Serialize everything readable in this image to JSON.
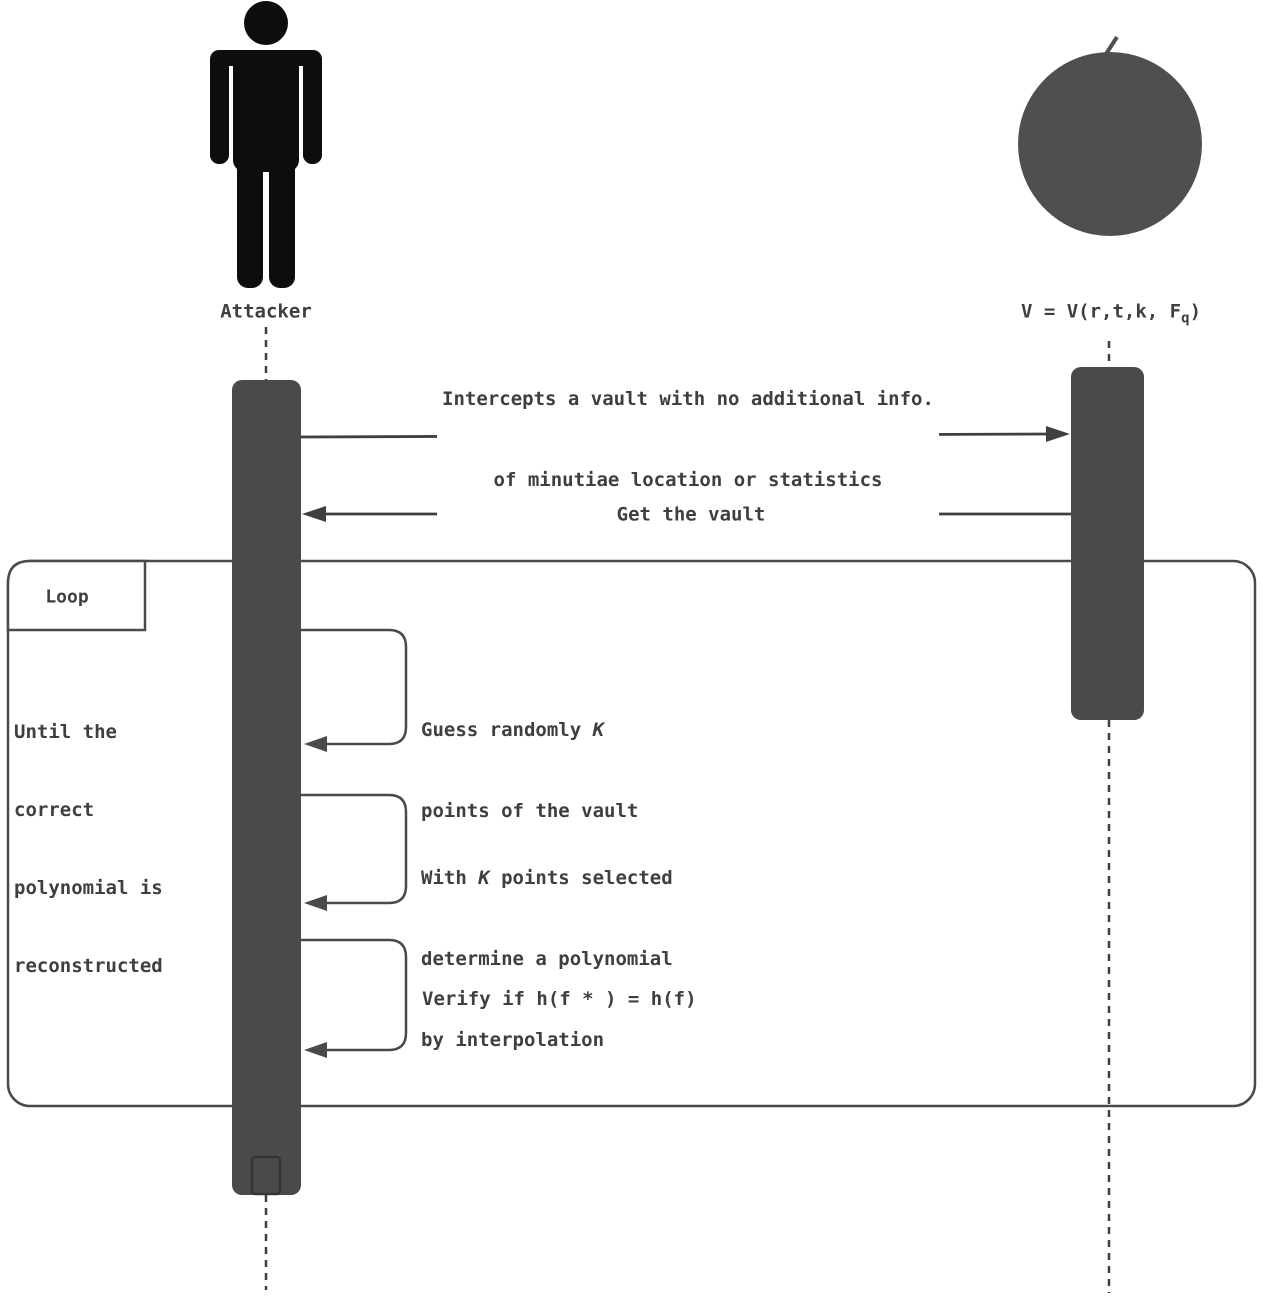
{
  "colors": {
    "ink": "#3f3f3f",
    "bar_fill": "#4a4a4a",
    "actor_black": "#0d0d0d",
    "vault_gray": "#4f4f4f",
    "background": "#ffffff"
  },
  "actors": {
    "attacker": {
      "label": "Attacker"
    },
    "vault": {
      "label_main": "V = V(r,t,k, F",
      "label_sub": "q",
      "label_close": ")"
    }
  },
  "messages": {
    "intercept": {
      "line1": "Intercepts a vault with no additional info.",
      "line2": "of minutiae location or statistics"
    },
    "get_vault": {
      "text": "Get the vault"
    }
  },
  "loop": {
    "label": "Loop",
    "condition": {
      "line1": "Until the",
      "line2": "correct",
      "line3": "polynomial is",
      "line4": "reconstructed"
    }
  },
  "self_messages": {
    "guess": {
      "line1_pre": "Guess randomly ",
      "line1_var": "K",
      "line2": "points of the vault"
    },
    "interpolate": {
      "line1_pre": "With ",
      "line1_var": "K",
      "line1_post": " points selected",
      "line2": "determine a polynomial",
      "line3": "by interpolation"
    },
    "verify": {
      "line1": "Verify if h(f * ) = h(f)"
    }
  }
}
